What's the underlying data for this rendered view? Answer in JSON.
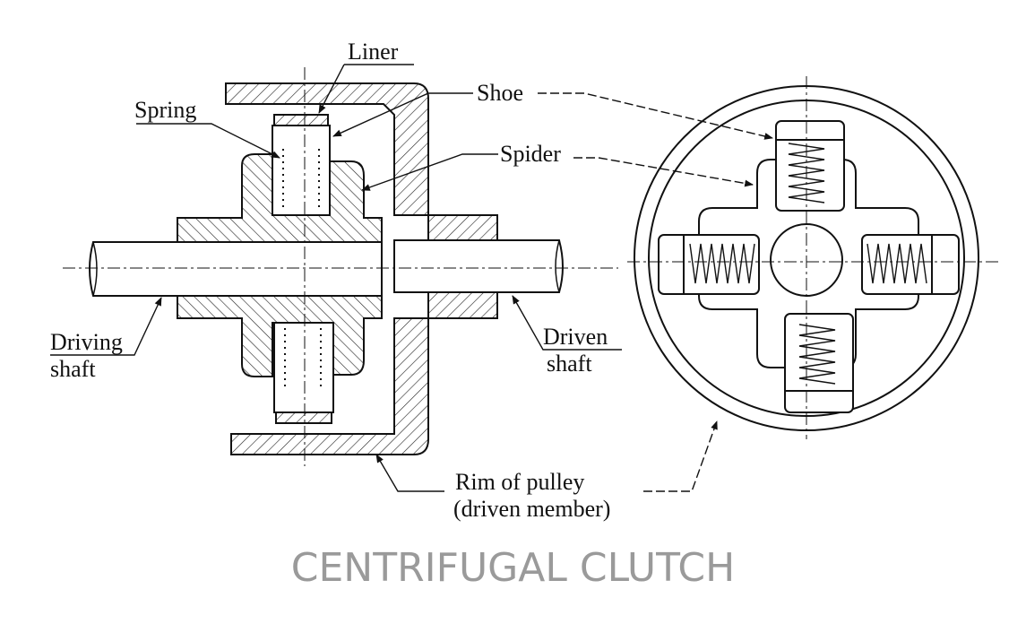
{
  "labels": {
    "liner": "Liner",
    "spring": "Spring",
    "shoe": "Shoe",
    "spider": "Spider",
    "driving_line1": "Driving",
    "driving_line2": "shaft",
    "driven_line1": "Driven",
    "driven_line2": "shaft",
    "rim_line1": "Rim of pulley",
    "rim_line2": "(driven member)"
  },
  "title": "CENTRIFUGAL CLUTCH",
  "colors": {
    "ink": "#111111",
    "title": "#9a9a9a",
    "background": "#ffffff"
  }
}
